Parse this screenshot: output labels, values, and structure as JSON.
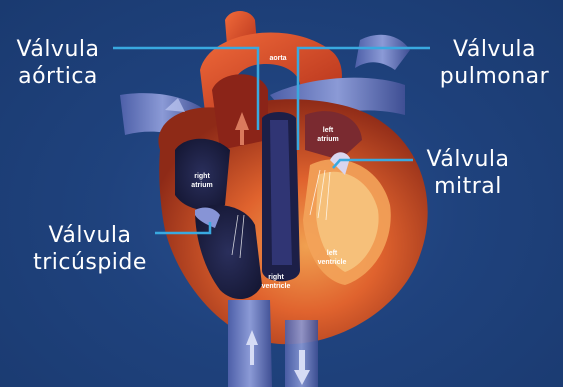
{
  "callouts": {
    "aortic": {
      "line1": "Válvula",
      "line2": "aórtica"
    },
    "pulmonary": {
      "line1": "Válvula",
      "line2": "pulmonar"
    },
    "mitral": {
      "line1": "Válvula",
      "line2": "mitral"
    },
    "tricuspid": {
      "line1": "Válvula",
      "line2": "tricúspide"
    }
  },
  "heart_labels": {
    "aorta": "aorta",
    "left_atrium": [
      "left",
      "atrium"
    ],
    "right_atrium": [
      "right",
      "atrium"
    ],
    "left_ventricle": [
      "left",
      "ventricle"
    ],
    "right_ventricle": [
      "right",
      "ventricle"
    ]
  },
  "colors": {
    "background": "#1f427d",
    "leader_line": "#39a9e0",
    "oxygenated": "#d94a2a",
    "deoxygenated": "#5b6fb5",
    "muscle": "#c4472a"
  }
}
